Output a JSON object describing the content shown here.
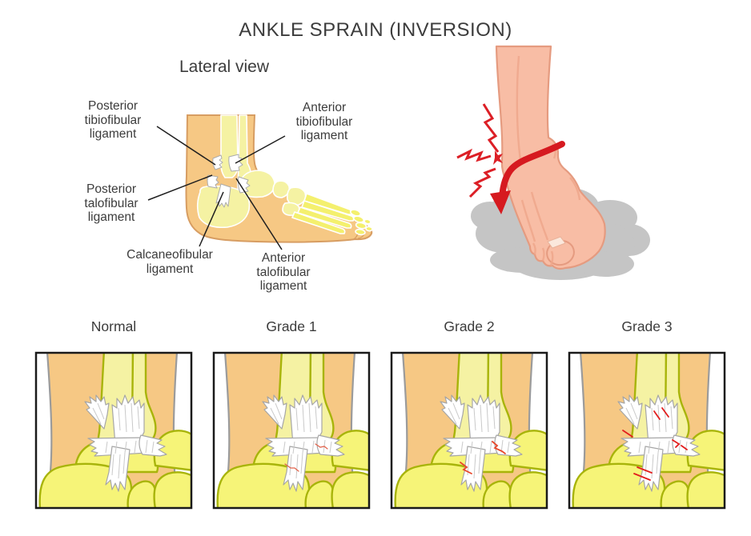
{
  "title": "ANKLE SPRAIN (INVERSION)",
  "lateral_view": {
    "heading": "Lateral view",
    "ligament_labels": {
      "posterior_tibiofibular": "Posterior\ntibiofibular\nligament",
      "anterior_tibiofibular": "Anterior\ntibiofibular\nligament",
      "posterior_talofibular": "Posterior\ntalofibular\nligament",
      "calcaneofibular": "Calcaneofibular\nligament",
      "anterior_talofibular": "Anterior\ntalofibular\nligament"
    }
  },
  "inversion_illustration": {
    "icons": [
      "inversion-arrow",
      "pain-flash",
      "ground-shadow"
    ]
  },
  "severity_panels": [
    {
      "label": "Normal"
    },
    {
      "label": "Grade 1"
    },
    {
      "label": "Grade 2"
    },
    {
      "label": "Grade 3"
    }
  ],
  "colors": {
    "skin": "#F6C884",
    "leg_skin": "#F8BDA5",
    "bone": "#F5F2A3",
    "bone_outline_panels": "#A8B40A",
    "bone_outline_lateral": "#FFFFFF",
    "ligament": "#FFFFFF",
    "tear_red_grade1": "#E2654E",
    "tear_red_grade2": "#E8472B",
    "tear_red_grade3": "#E21D1D",
    "arrow_red": "#D61A20",
    "pain_red": "#DC1F26",
    "shadow_gray": "#C5C5C5",
    "text": "#3C3C3C"
  }
}
